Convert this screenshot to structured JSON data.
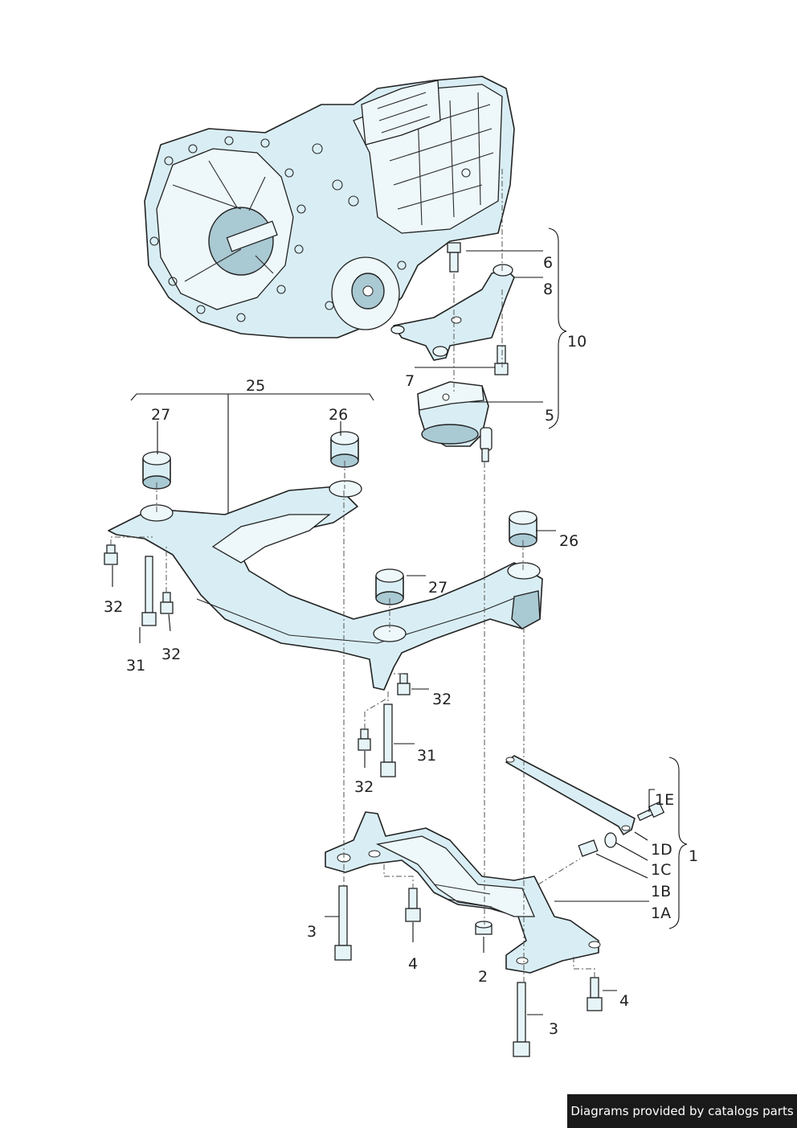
{
  "diagram": {
    "labels": {
      "p1": "1",
      "p1a": "1A",
      "p1b": "1B",
      "p1c": "1C",
      "p1d": "1D",
      "p1e": "1E",
      "p2": "2",
      "p3a": "3",
      "p3b": "3",
      "p4a": "4",
      "p4b": "4",
      "p5": "5",
      "p6": "6",
      "p7": "7",
      "p8": "8",
      "p10": "10",
      "p25": "25",
      "p26a": "26",
      "p26b": "26",
      "p27a": "27",
      "p27b": "27",
      "p31a": "31",
      "p31b": "31",
      "p32a": "32",
      "p32b": "32",
      "p32c": "32",
      "p32d": "32"
    }
  },
  "footer": {
    "credit": "Diagrams provided by catalogs parts"
  }
}
